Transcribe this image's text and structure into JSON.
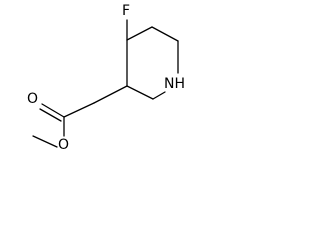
{
  "molecule": {
    "atom_labels": {
      "fluorine": "F",
      "ring_nitrogen": "NH",
      "carbonyl_oxygen": "O",
      "ester_oxygen": "O"
    }
  }
}
